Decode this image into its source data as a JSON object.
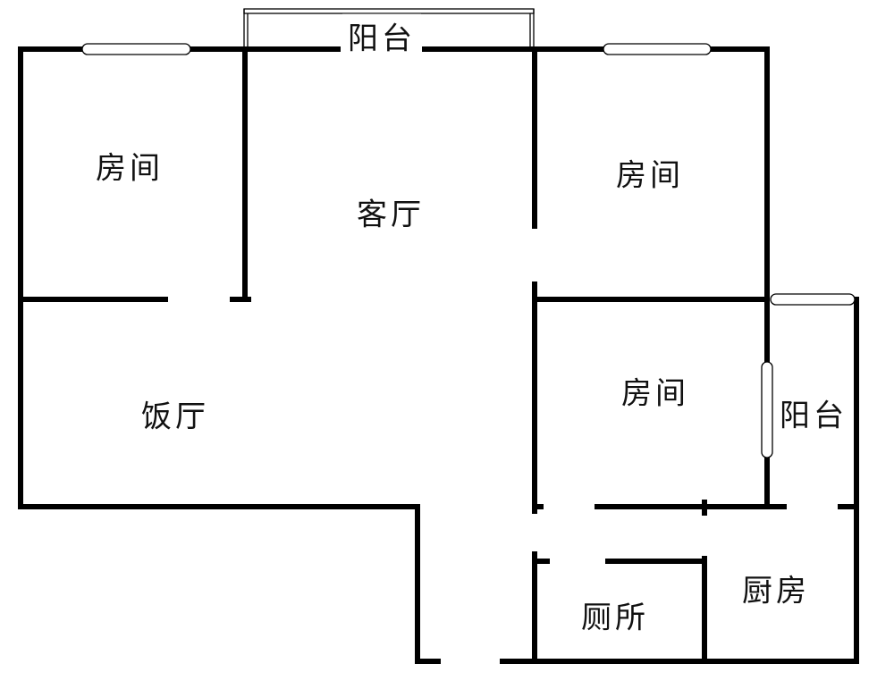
{
  "rooms": {
    "bedroom_left": "房间",
    "living_room": "客厅",
    "bedroom_top_right": "房间",
    "bedroom_middle_right": "房间",
    "balcony_top": "阳台",
    "balcony_right": "阳台",
    "dining_room": "饭厅",
    "toilet": "厕所",
    "kitchen": "厨房"
  },
  "colors": {
    "wall": "#000000",
    "background": "#ffffff"
  }
}
